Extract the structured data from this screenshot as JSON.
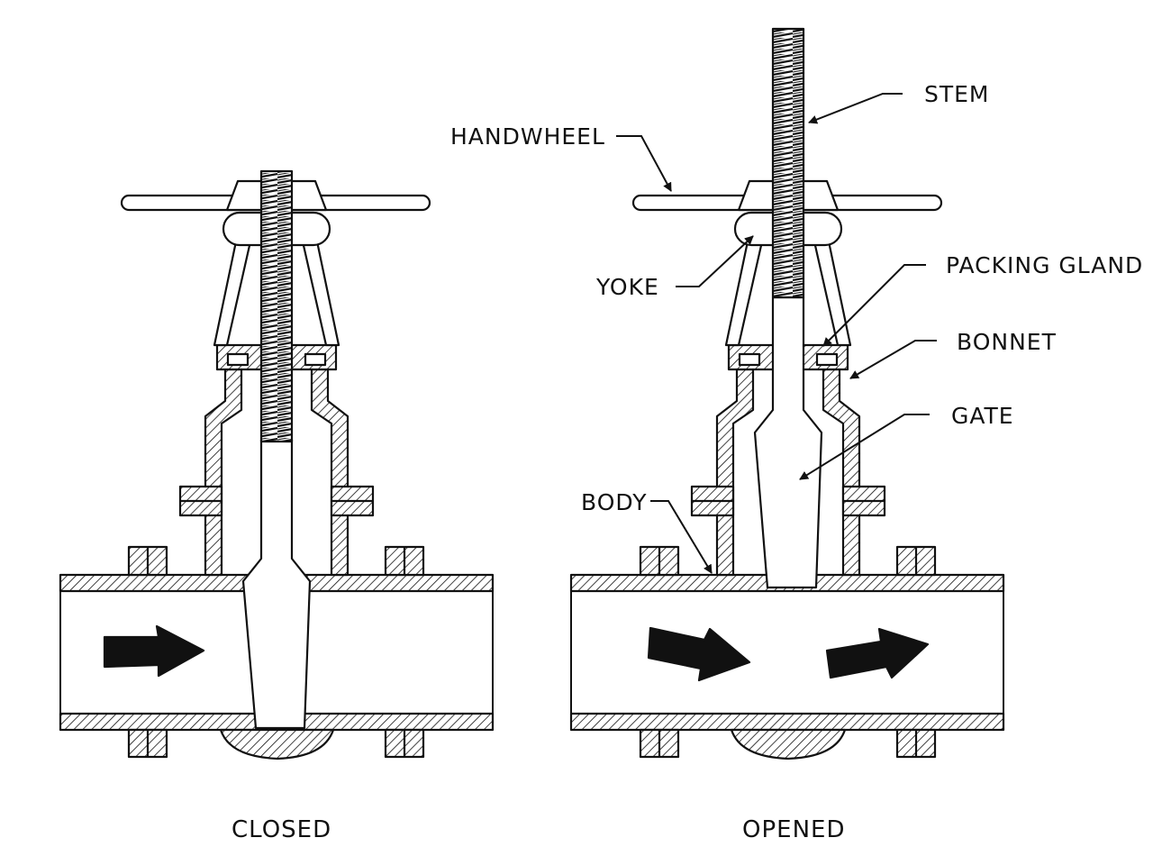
{
  "labels": {
    "stem": "STEM",
    "handwheel": "HANDWHEEL",
    "yoke": "YOKE",
    "packing_gland": "PACKING GLAND",
    "bonnet": "BONNET",
    "gate": "GATE",
    "body": "BODY"
  },
  "captions": {
    "closed": "CLOSED",
    "opened": "OPENED"
  }
}
